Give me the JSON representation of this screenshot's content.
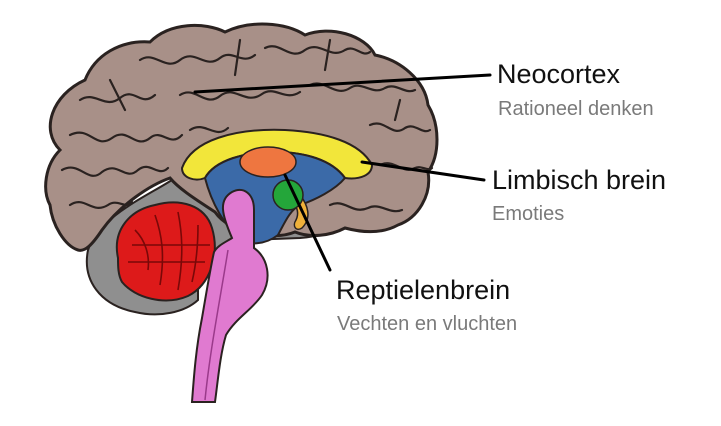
{
  "labels": {
    "neocortex": {
      "title": "Neocortex",
      "subtitle": "Rationeel denken"
    },
    "limbic": {
      "title": "Limbisch brein",
      "subtitle": "Emoties"
    },
    "reptilian": {
      "title": "Reptielenbrein",
      "subtitle": "Vechten en vluchten"
    }
  },
  "colors": {
    "cortex": "#a89088",
    "cortex_outline": "#2a2220",
    "inner_region": "#8f8f8f",
    "brainstem_shadow": "#8a8f8c",
    "cerebellum": "#dd1a1a",
    "brainstem": "#e07ad0",
    "corpus_callosum": "#f2e63a",
    "midbrain_blue": "#3b6aa8",
    "thalamus": "#ee7640",
    "amygdala": "#24a63a",
    "leader_line": "#000000"
  },
  "icons": [
    "brain-illustration"
  ]
}
